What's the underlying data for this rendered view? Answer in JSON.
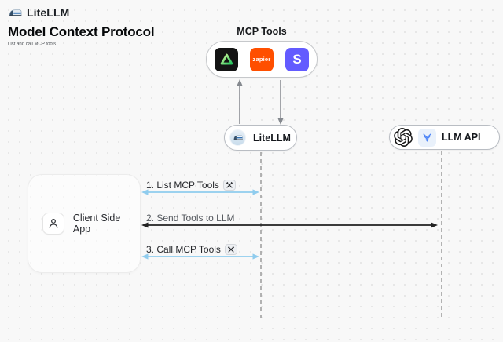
{
  "brand": {
    "name": "LiteLLM",
    "logo": "train-icon"
  },
  "heading": {
    "title": "Model Context Protocol",
    "subtitle": "List and call MCP tools"
  },
  "mcp_tools": {
    "label": "MCP Tools",
    "tools": [
      {
        "name": "green-triangle-logo",
        "bg": "#141414"
      },
      {
        "name": "zapier-logo",
        "label": "zapier",
        "bg": "#ff4f00"
      },
      {
        "name": "stripe-logo",
        "label": "S",
        "bg": "#635bff"
      }
    ]
  },
  "nodes": {
    "litellm": {
      "label": "LiteLLM",
      "icon": "litellm-train-icon"
    },
    "llm_api": {
      "label": "LLM API",
      "icons": [
        "openai-icon",
        "blue-v-icon"
      ]
    },
    "client": {
      "label": "Client Side App",
      "icon": "person-icon"
    }
  },
  "sequence": [
    {
      "label": "1. List MCP Tools",
      "tool_icon": true,
      "arrow_color": "#8fccee",
      "from": "client",
      "to": "litellm"
    },
    {
      "label": "2. Send Tools to LLM",
      "tool_icon": false,
      "arrow_color": "#222222",
      "from": "client",
      "to": "llm_api"
    },
    {
      "label": "3. Call MCP Tools",
      "tool_icon": true,
      "arrow_color": "#8fccee",
      "from": "client",
      "to": "litellm"
    }
  ],
  "colors": {
    "canvas_bg": "#f8f8f8",
    "dot_grid": "#e4e4e4",
    "node_border": "#b9bdc3",
    "lifeline": "#a6a6a6",
    "blue_arrow": "#8fccee",
    "black_arrow": "#222222",
    "gray_arrow": "#85898f",
    "zapier_orange": "#ff4f00",
    "stripe_purple": "#635bff"
  }
}
